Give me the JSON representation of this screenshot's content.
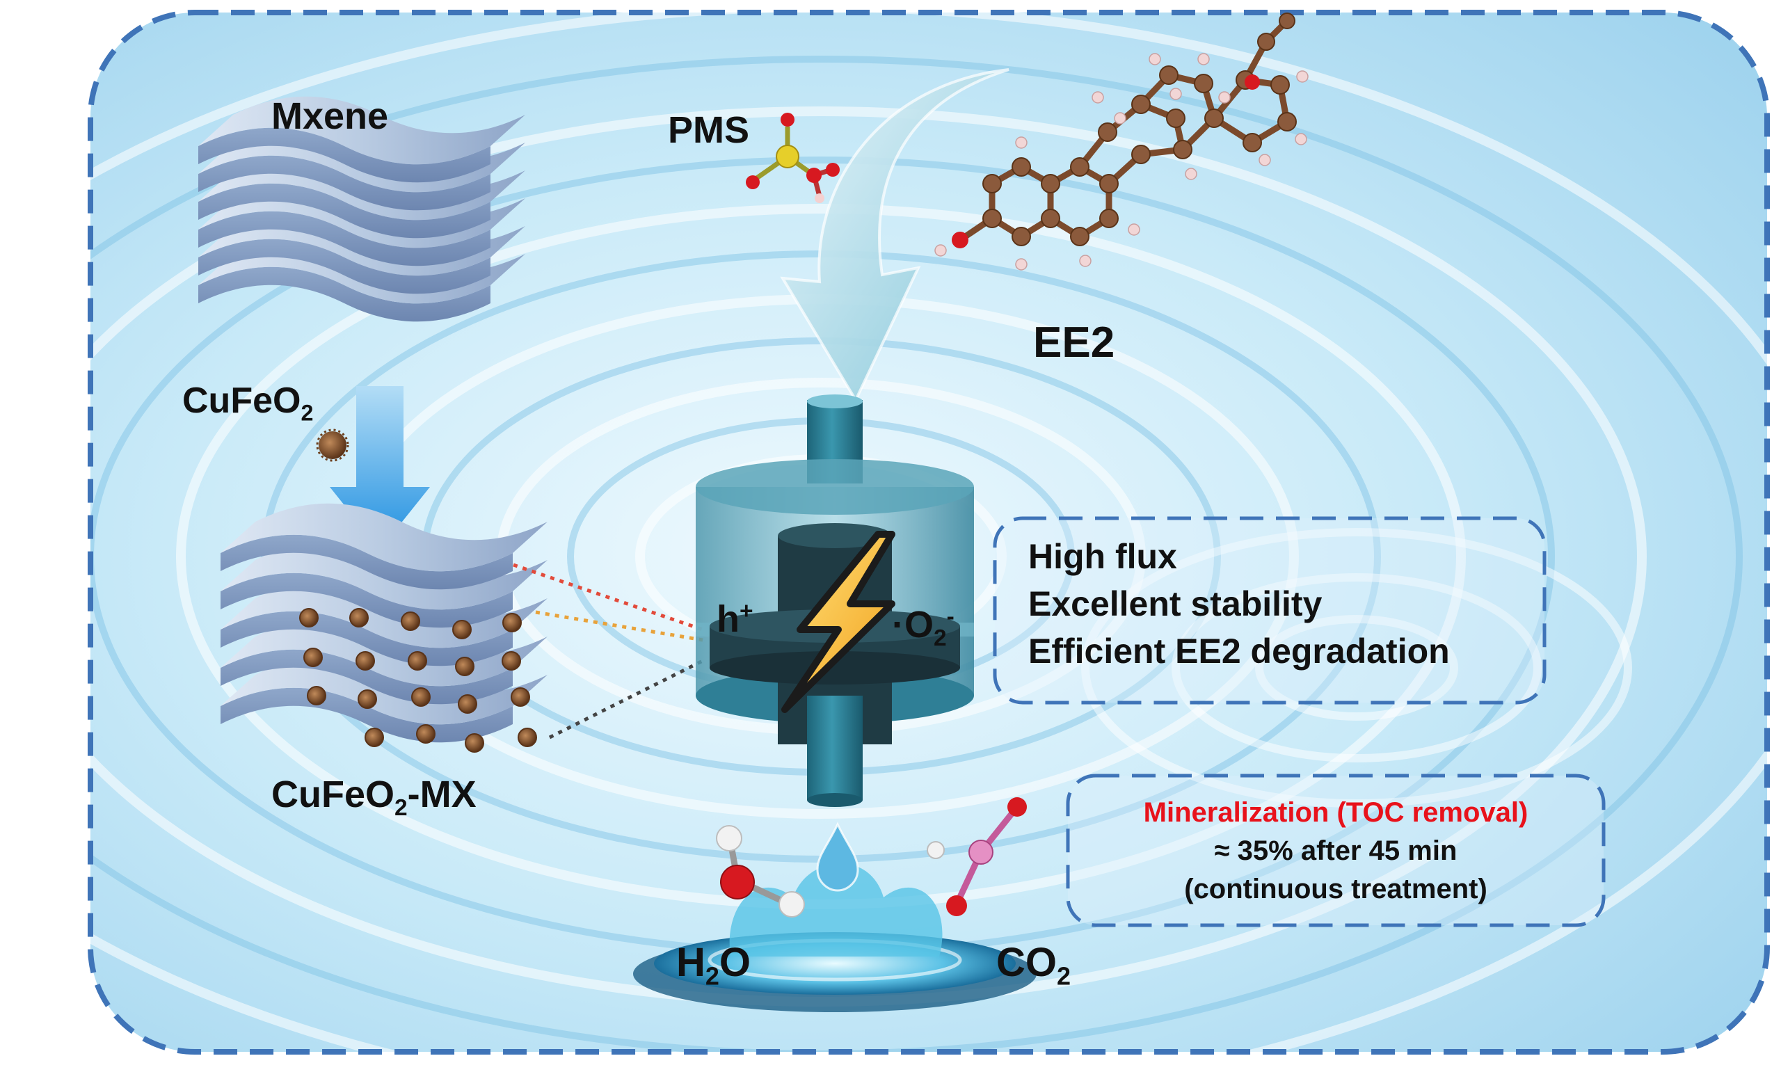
{
  "labels": {
    "mxene": "Mxene",
    "cufeo2": {
      "base": "CuFeO",
      "sub": "2"
    },
    "cufeo2_mx": {
      "base": "CuFeO",
      "sub": "2",
      "suffix": "-MX"
    },
    "pms": "PMS",
    "ee2": "EE2",
    "hole": {
      "base": "h",
      "sup": "+"
    },
    "superoxide": {
      "prefix": "·O",
      "sub": "2",
      "sup": "-"
    },
    "water": {
      "base": "H",
      "sub": "2",
      "suffix": "O"
    },
    "co2": {
      "base": "CO",
      "sub": "2"
    }
  },
  "features": [
    "High flux",
    "Excellent stability",
    "Efficient EE2 degradation"
  ],
  "mineralization": {
    "title": "Mineralization (TOC removal)",
    "value": "≈ 35% after 45 min",
    "note": "(continuous treatment)"
  },
  "colors": {
    "border": "#3f74b8",
    "water": "#bfe3f4",
    "title_red": "#e8121b",
    "carbon": "#8b5a3c",
    "oxygen": "#d71920",
    "sulfur": "#e6cf2a",
    "membrane_module": "#2a7f98",
    "arrow": "#3aa7e8"
  }
}
